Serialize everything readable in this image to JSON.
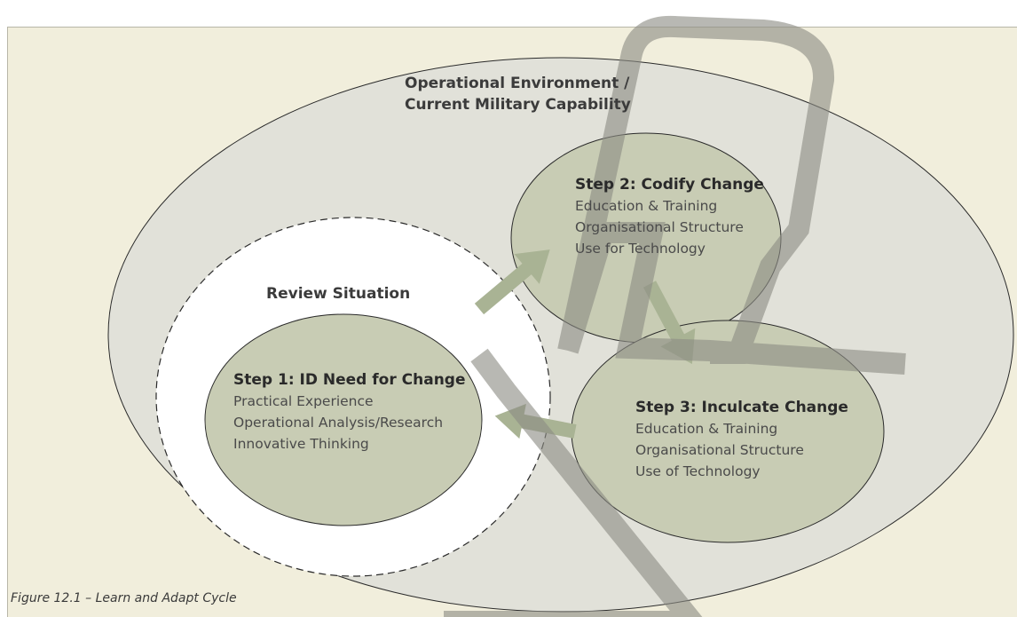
{
  "environment": {
    "line1": "Operational Environment /",
    "line2": "Current Military Capability"
  },
  "review": {
    "label": "Review Situation"
  },
  "step1": {
    "title": "Step 1: ID Need for Change",
    "items": [
      "Practical Experience",
      "Operational Analysis/Research",
      "Innovative Thinking"
    ]
  },
  "step2": {
    "title": "Step 2: Codify Change",
    "items": [
      "Education & Training",
      "Organisational Structure",
      "Use for Technology"
    ]
  },
  "step3": {
    "title": "Step 3: Inculcate Change",
    "items": [
      "Education & Training",
      "Organisational Structure",
      "Use of Technology"
    ]
  },
  "caption": "Figure 12.1 – Learn and Adapt Cycle",
  "colors": {
    "background": "#f1eedc",
    "outer_ellipse": "#e0e0d8",
    "step_ellipse": "#c9cdb5",
    "flow_arrow": "#a9b394",
    "watermark": "#8d8c84"
  }
}
